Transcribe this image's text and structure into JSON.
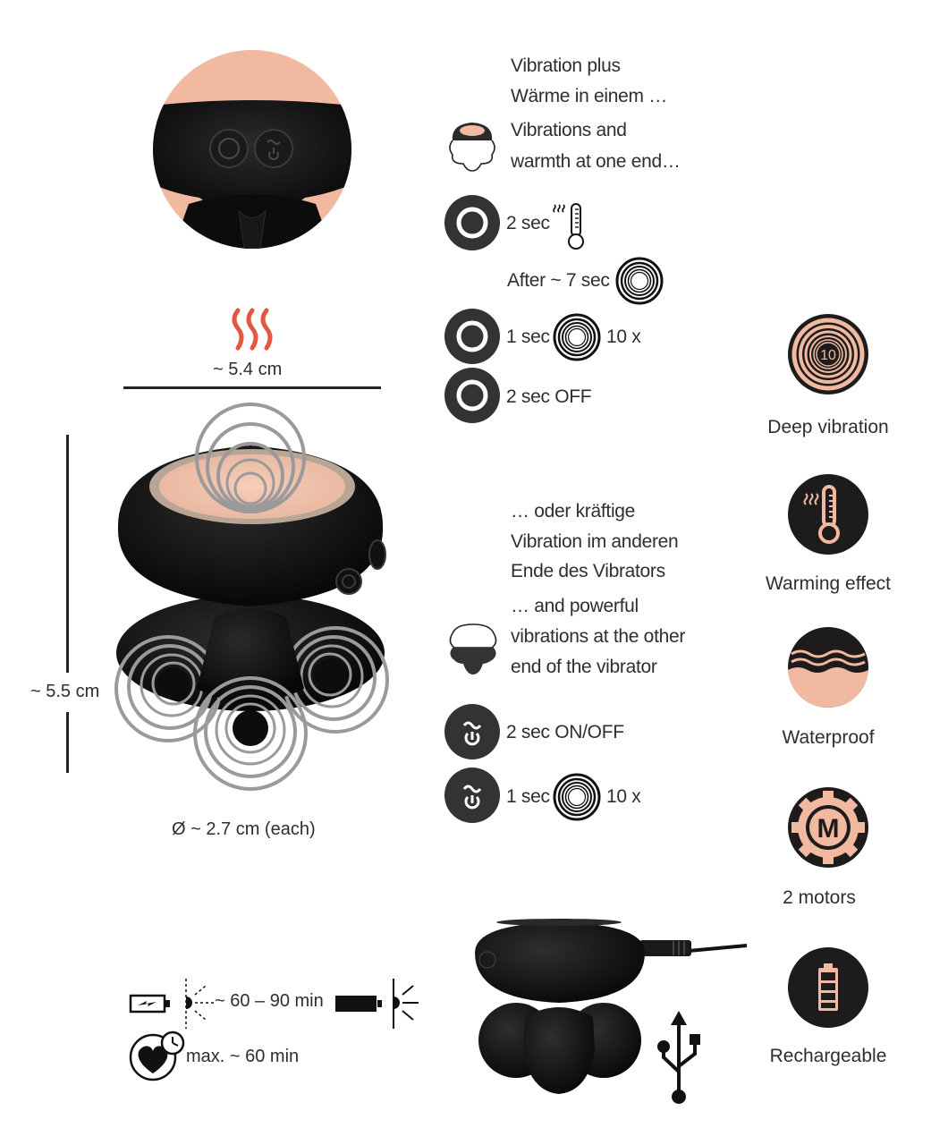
{
  "colors": {
    "accent_peach": "#f1b9a0",
    "heat_red": "#e0583d",
    "icon_dark": "#1d1b1b",
    "button_dark": "#333333",
    "text": "#2e2e2e"
  },
  "top_section": {
    "de_text": [
      "Vibration plus",
      "Wärme in einem …"
    ],
    "en_text": [
      "Vibrations and",
      "warmth at one end…"
    ],
    "icon": "vibrator-top-end-icon"
  },
  "top_controls": [
    {
      "button_icon": "circle-button-icon",
      "label": "2 sec",
      "suffix_icon": "thermometer-heat-icon"
    },
    {
      "button_icon": null,
      "label": "After ~ 7 sec",
      "suffix_icon": "vibration-rings-icon"
    },
    {
      "button_icon": "circle-button-icon",
      "label": "1 sec",
      "suffix_icon": "vibration-rings-icon",
      "suffix": "10 x"
    },
    {
      "button_icon": "circle-button-icon",
      "label": "2 sec OFF"
    }
  ],
  "bottom_section": {
    "de_text": [
      "… oder kräftige",
      "Vibration im anderen",
      "Ende des Vibrators"
    ],
    "en_text": [
      "… and powerful",
      "vibrations at the other",
      "end of the vibrator"
    ],
    "icon": "vibrator-bottom-end-icon"
  },
  "bottom_controls": [
    {
      "button_icon": "power-wave-button-icon",
      "label": "2 sec ON/OFF"
    },
    {
      "button_icon": "power-wave-button-icon",
      "label": "1 sec",
      "suffix_icon": "vibration-rings-icon",
      "suffix": "10 x"
    }
  ],
  "dimensions": {
    "width": "~ 5.4 cm",
    "height": "~ 5.5 cm",
    "diameter": "Ø ~ 2.7 cm (each)"
  },
  "features": [
    {
      "icon": "deep-vibration-icon",
      "label": "Deep vibration",
      "badge": "10"
    },
    {
      "icon": "thermometer-icon",
      "label": "Warming effect"
    },
    {
      "icon": "waves-icon",
      "label": "Waterproof"
    },
    {
      "icon": "motor-gear-icon",
      "label": "2 motors",
      "badge": "M"
    },
    {
      "icon": "battery-icon",
      "label": "Rechargeable"
    }
  ],
  "battery_info": {
    "charge_time": "~ 60 – 90 min",
    "run_time": "max. ~ 60 min"
  }
}
